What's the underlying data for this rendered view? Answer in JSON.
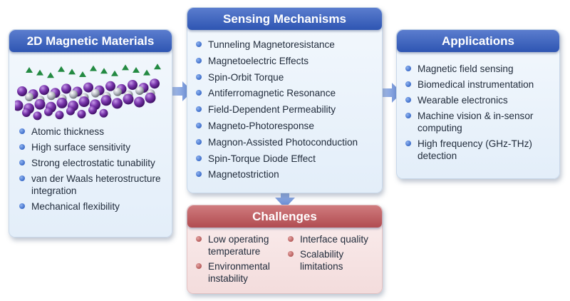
{
  "materials": {
    "title": "2D Magnetic Materials",
    "items": [
      "Atomic thickness",
      "High surface sensitivity",
      "Strong electrostatic tunability",
      "van der Waals heterostructure integration",
      "Mechanical flexibility"
    ]
  },
  "mechanisms": {
    "title": "Sensing Mechanisms",
    "items": [
      "Tunneling Magnetoresistance",
      "Magnetoelectric Effects",
      "Spin-Orbit Torque",
      "Antiferromagnetic Resonance",
      "Field-Dependent Permeability",
      "Magneto-Photoresponse",
      "Magnon-Assisted Photoconduction",
      "Spin-Torque Diode Effect",
      "Magnetostriction"
    ]
  },
  "applications": {
    "title": "Applications",
    "items": [
      "Magnetic field sensing",
      "Biomedical instrumentation",
      "Wearable electronics",
      "Machine vision & in-sensor computing",
      "High frequency (GHz-THz) detection"
    ]
  },
  "challenges": {
    "title": "Challenges",
    "left_items": [
      "Low operating temperature",
      "Environmental instability"
    ],
    "right_items": [
      "Interface quality",
      "Scalability limitations"
    ]
  },
  "colors": {
    "header_blue": "#2e55b2",
    "header_red": "#b14c51",
    "arrow_blue": "#6f91d6",
    "spin_green": "#1e7a3a",
    "atom_purple": "#6a2a9a",
    "atom_silver": "#b8bcc4"
  },
  "icons": {
    "arrow": "flow-arrow-icon",
    "bullet": "bullet-dot-icon",
    "lattice": "magnetic-lattice-icon"
  }
}
